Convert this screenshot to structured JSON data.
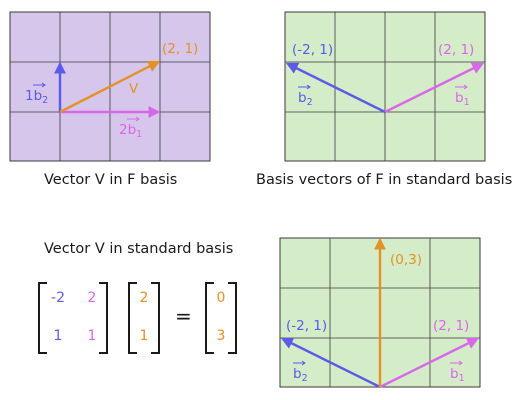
{
  "colors": {
    "purple_bg": "#d7c6ec",
    "green_bg": "#d5ecc9",
    "grid_line": "#3a3a3a",
    "blue": "#5b5be8",
    "magenta": "#d868e8",
    "orange": "#e29226",
    "text": "#1a1a1a"
  },
  "panel1": {
    "caption": "Vector V in F basis",
    "point_label": "(2, 1)",
    "v_label": "V",
    "b2_label": "1b",
    "b2_sub": "2",
    "b1_label": "2b",
    "b1_sub": "1"
  },
  "panel2": {
    "caption": "Basis vectors of F in standard basis",
    "left_label": "(-2, 1)",
    "right_label": "(2, 1)",
    "b2_label": "b",
    "b2_sub": "2",
    "b1_label": "b",
    "b1_sub": "1"
  },
  "panel3": {
    "caption": "Vector V in standard basis",
    "matrix": [
      [
        "-2",
        "2"
      ],
      [
        "1",
        "1"
      ]
    ],
    "vector": [
      "2",
      "1"
    ],
    "equals": "=",
    "result": [
      "0",
      "3"
    ]
  },
  "panel4": {
    "left_label": "(-2, 1)",
    "right_label": "(2, 1)",
    "top_label": "(0,3)",
    "b2_label": "b",
    "b2_sub": "2",
    "b1_label": "b",
    "b1_sub": "1"
  }
}
